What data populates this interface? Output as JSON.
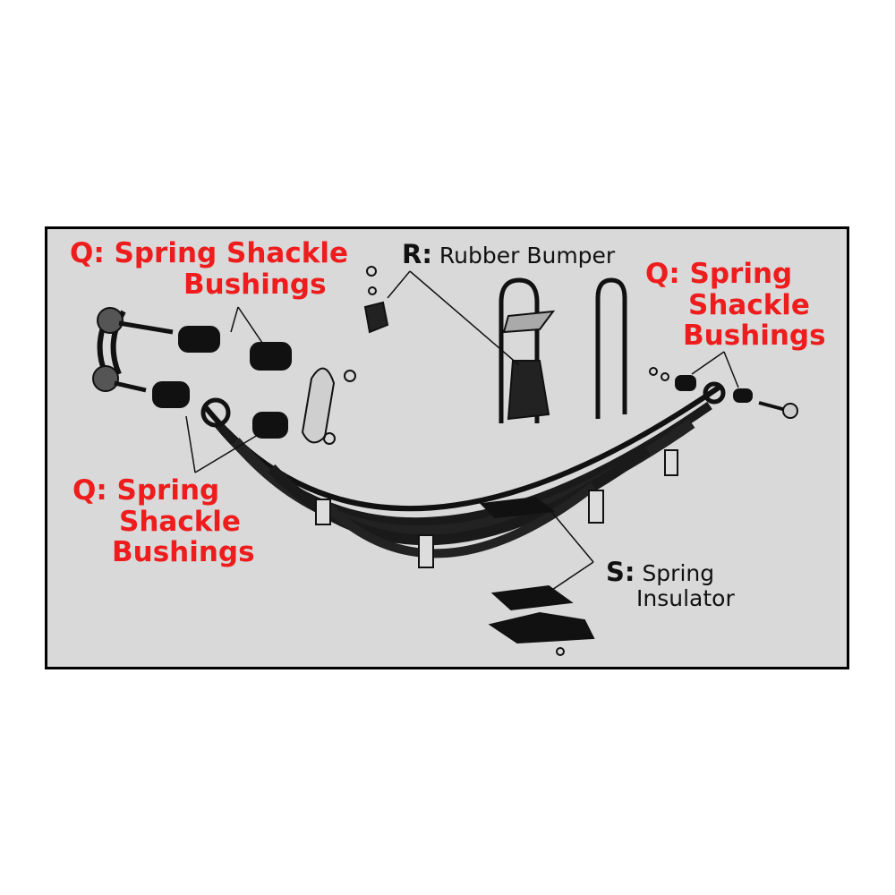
{
  "labels": {
    "q_top_left": {
      "line1": "Q: Spring Shackle",
      "line2": "Bushings"
    },
    "r": {
      "letter": "R:",
      "text": "Rubber Bumper"
    },
    "q_right": {
      "line1": "Q: Spring",
      "line2": "Shackle",
      "line3": "Bushings"
    },
    "q_bottom_left": {
      "line1": "Q: Spring",
      "line2": "Shackle",
      "line3": "Bushings"
    },
    "s": {
      "letter": "S:",
      "text1": "Spring",
      "text2": "Insulator"
    }
  },
  "colors": {
    "label_red": "#ee1c1c",
    "background": "#d9d9d9",
    "frame": "#000000"
  }
}
